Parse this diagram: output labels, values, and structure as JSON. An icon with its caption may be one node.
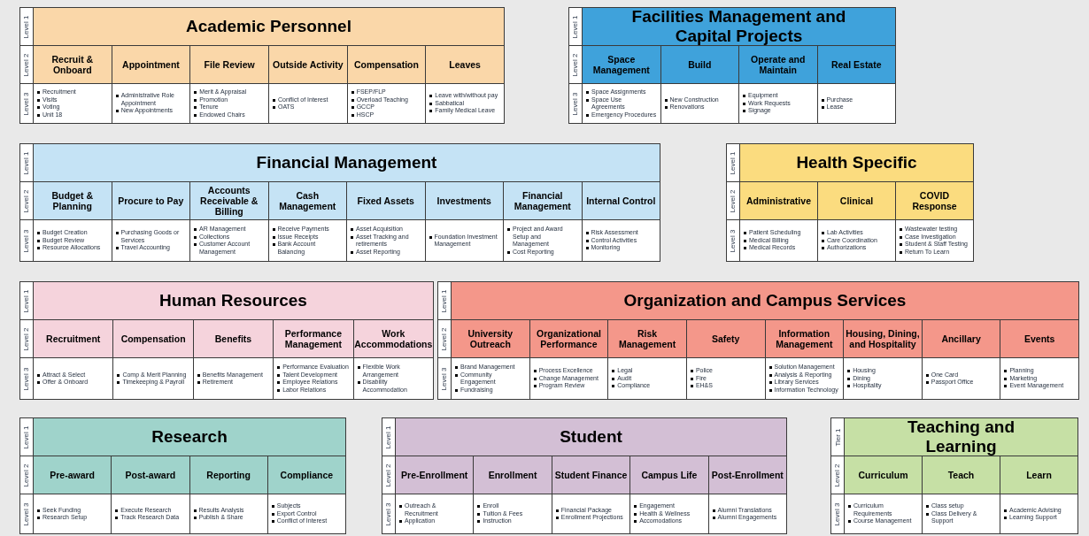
{
  "diagram": {
    "nodes": [
      {
        "text": [
          "Academic Personnel"
        ]
      },
      {
        "text": [
          "Recruit & Onboard"
        ],
        "in": 0
      },
      {
        "text": [
          "Appointment"
        ],
        "in": 0
      },
      {
        "text": [
          "File Review"
        ],
        "in": 0
      },
      {
        "text": [
          "Outside Activity"
        ],
        "in": 0
      },
      {
        "text": [
          "Compensation"
        ],
        "in": 0
      },
      {
        "text": [
          "Leaves"
        ],
        "in": 0
      },
      {
        "text": [
          "Recruitment",
          "Visits",
          "Voting",
          "Unit 18"
        ],
        "in": 0
      },
      {
        "text": [
          "Administrative Role Appointment",
          "New Appointments"
        ],
        "in": 0
      },
      {
        "text": [
          "Merit & Appraisal",
          "Promotion",
          "Tenure",
          "Endowed Chairs"
        ],
        "in": 0
      },
      {
        "text": [
          "Conflict of Interest",
          "OATS"
        ],
        "in": 0
      },
      {
        "text": [
          "FSEP/FLP",
          "Overload Teaching",
          "GCCP",
          "HSCP"
        ],
        "in": 0
      },
      {
        "text": [
          "Leave with/without pay",
          "Sabbatical",
          "Family Medical Leave"
        ],
        "in": 0
      },
      {
        "text": [
          "Facilities Management and Capital Projects"
        ]
      },
      {
        "text": [
          "Space Management"
        ],
        "in": 13
      },
      {
        "text": [
          "Build"
        ],
        "in": 13
      },
      {
        "text": [
          "Operate and Maintain"
        ],
        "in": 13
      },
      {
        "text": [
          "Real Estate"
        ],
        "in": 13
      },
      {
        "text": [
          "Space Assignments",
          "Space Use Agreements",
          "Emergency Procedures"
        ],
        "in": 13
      },
      {
        "text": [
          "New Construction",
          "Renovations"
        ],
        "in": 13
      },
      {
        "text": [
          "Equipment",
          "Work Requests",
          "Signage"
        ],
        "in": 13
      },
      {
        "text": [
          "Purchase",
          "Lease"
        ],
        "in": 13
      },
      {
        "text": [
          "Financial Management"
        ]
      },
      {
        "text": [
          "Budget & Planning"
        ],
        "in": 22
      },
      {
        "text": [
          "Procure to Pay"
        ],
        "in": 22
      },
      {
        "text": [
          "Accounts Receivable & Billing"
        ],
        "in": 22
      },
      {
        "text": [
          "Cash Management"
        ],
        "in": 22
      },
      {
        "text": [
          "Fixed Assets"
        ],
        "in": 22
      },
      {
        "text": [
          "Investments"
        ],
        "in": 22
      },
      {
        "text": [
          "Financial Management"
        ],
        "in": 22
      },
      {
        "text": [
          "Internal Control"
        ],
        "in": 22
      },
      {
        "text": [
          "Budget Creation",
          "Budget Review",
          "Resource Allocations"
        ],
        "in": 22
      },
      {
        "text": [
          "Purchasing Goods or Services",
          "Travel Accounting"
        ],
        "in": 22
      },
      {
        "text": [
          "AR Management",
          "Collections",
          "Customer Account Management"
        ],
        "in": 22
      },
      {
        "text": [
          "Receive Payments",
          "Issue Receipts",
          "Bank Account Balancing"
        ],
        "in": 22
      },
      {
        "text": [
          "Asset Acquisition",
          "Asset Tracking and retirements",
          "Asset Reporting"
        ],
        "in": 22
      },
      {
        "text": [
          "Foundation Investment Management"
        ],
        "in": 22
      },
      {
        "text": [
          "Project and Award Setup and Management",
          "Cost Reporting"
        ],
        "in": 22
      },
      {
        "text": [
          "Risk Assessment",
          "Control Activities",
          "Monitoring"
        ],
        "in": 22
      },
      {
        "text": [
          "Health Specific"
        ]
      },
      {
        "text": [
          "Administrative"
        ],
        "in": 39
      },
      {
        "text": [
          "Clinical"
        ],
        "in": 39
      },
      {
        "text": [
          "COVID Response"
        ],
        "in": 39
      },
      {
        "text": [
          "Patient Scheduling",
          "Medical Billing",
          "Medical Records"
        ],
        "in": 39
      },
      {
        "text": [
          "Lab Activities",
          "Care Coordination",
          "Authorizations"
        ],
        "in": 39
      },
      {
        "text": [
          "Wastewater testing",
          "Case Investigation",
          "Student & Staff Testing",
          "Return To Learn"
        ],
        "in": 39
      },
      {
        "text": [
          "Human Resources"
        ]
      },
      {
        "text": [
          "Recruitment"
        ],
        "in": 46
      },
      {
        "text": [
          "Compensation"
        ],
        "in": 46
      },
      {
        "text": [
          "Benefits"
        ],
        "in": 46
      },
      {
        "text": [
          "Performance Management"
        ],
        "in": 46
      },
      {
        "text": [
          "Work Accommodations"
        ],
        "in": 46
      },
      {
        "text": [
          "Attract & Select",
          "Offer & Onboard"
        ],
        "in": 46
      },
      {
        "text": [
          "Comp & Merit Planning",
          "Timekeeping & Payroll"
        ],
        "in": 46
      },
      {
        "text": [
          "Benefits Management",
          "Retirement"
        ],
        "in": 46
      },
      {
        "text": [
          "Performance Evaluation",
          "Talent Development",
          "Employee Relations",
          "Labor Relations"
        ],
        "in": 46
      },
      {
        "text": [
          "Flexible Work Arrangement",
          "Disability Accommodation"
        ],
        "in": 46
      },
      {
        "text": [
          "Organization and Campus Services"
        ]
      },
      {
        "text": [
          "University Outreach"
        ],
        "in": 57
      },
      {
        "text": [
          "Organizational Performance"
        ],
        "in": 57
      },
      {
        "text": [
          "Risk Management"
        ],
        "in": 57
      },
      {
        "text": [
          "Safety"
        ],
        "in": 57
      },
      {
        "text": [
          "Information Management"
        ],
        "in": 57
      },
      {
        "text": [
          "Housing, Dining, and Hospitality"
        ],
        "in": 57
      },
      {
        "text": [
          "Ancillary"
        ],
        "in": 57
      },
      {
        "text": [
          "Events"
        ],
        "in": 57
      },
      {
        "text": [
          "Brand Management",
          "Community Engagement",
          "Fundraising"
        ],
        "in": 57
      },
      {
        "text": [
          "Process Excellence",
          "Change Management",
          "Program Review"
        ],
        "in": 57
      },
      {
        "text": [
          "Legal",
          "Audit",
          "Compliance"
        ],
        "in": 57
      },
      {
        "text": [
          "Police",
          "Fire",
          "EH&S"
        ],
        "in": 57
      },
      {
        "text": [
          "Solution Management",
          "Analysis & Reporting",
          "Library Services",
          "Information Technology"
        ],
        "in": 57
      },
      {
        "text": [
          "Housing",
          "Dining",
          "Hospitality"
        ],
        "in": 57
      },
      {
        "text": [
          "One Card",
          "Passport Office"
        ],
        "in": 57
      },
      {
        "text": [
          "Planning",
          "Marketing",
          "Event Management"
        ],
        "in": 57
      },
      {
        "text": [
          "Research"
        ]
      },
      {
        "text": [
          "Pre-award"
        ],
        "in": 74
      },
      {
        "text": [
          "Post-award"
        ],
        "in": 74
      },
      {
        "text": [
          "Reporting"
        ],
        "in": 74
      },
      {
        "text": [
          "Compliance"
        ],
        "in": 74
      },
      {
        "text": [
          "Seek Funding",
          "Research Setup"
        ],
        "in": 74
      },
      {
        "text": [
          "Execute Research",
          "Track Research Data"
        ],
        "in": 74
      },
      {
        "text": [
          "Results Analysis",
          "Publish & Share"
        ],
        "in": 74
      },
      {
        "text": [
          "Subjects",
          "Export Control",
          "Conflict of Interest"
        ],
        "in": 74
      },
      {
        "text": [
          "Student"
        ]
      },
      {
        "text": [
          "Pre-Enrollment"
        ],
        "in": 83
      },
      {
        "text": [
          "Enrollment"
        ],
        "in": 83
      },
      {
        "text": [
          "Student Finance"
        ],
        "in": 83
      },
      {
        "text": [
          "Campus Life"
        ],
        "in": 83
      },
      {
        "text": [
          "Post-Enrollment"
        ],
        "in": 83
      },
      {
        "text": [
          "Outreach & Recruitment",
          "Application"
        ],
        "in": 83
      },
      {
        "text": [
          "Enroll",
          "Tuition & Fees",
          "Instruction"
        ],
        "in": 83
      },
      {
        "text": [
          "Financial Package",
          "Enrollment Projections"
        ],
        "in": 83
      },
      {
        "text": [
          "Engagement",
          "Health & Wellness",
          "Accomodations"
        ],
        "in": 83
      },
      {
        "text": [
          "Alumni Translations",
          "Alumni Engagements"
        ],
        "in": 83
      },
      {
        "text": [
          "Teaching and Learning"
        ]
      },
      {
        "text": [
          "Curriculum"
        ],
        "in": 94
      },
      {
        "text": [
          "Teach"
        ],
        "in": 94
      },
      {
        "text": [
          "Learn"
        ],
        "in": 94
      },
      {
        "text": [
          "Curriculum Requirements",
          "Course Management"
        ],
        "in": 94
      },
      {
        "text": [
          "Class setup",
          "Class Delivery & Support"
        ],
        "in": 94
      },
      {
        "text": [
          "Academic Advising",
          "Learning Support"
        ],
        "in": 94
      }
    ],
    "labels": [
      "Level 1",
      "Level 2",
      "Level 3",
      "Level 1",
      "Level 2",
      "Level 3",
      "Level 1",
      "Level 2",
      "Level 3",
      "Level 1",
      "Level 2",
      "Level 3",
      "Level 1",
      "Level 2",
      "Level 3",
      "Level 1",
      "Level 2",
      "Level 3",
      "Level 1",
      "Level 2",
      "Level 3",
      "Level 1",
      "Level 2",
      "Level 3",
      "Tier 1",
      "Level 2",
      "Level 3"
    ]
  }
}
